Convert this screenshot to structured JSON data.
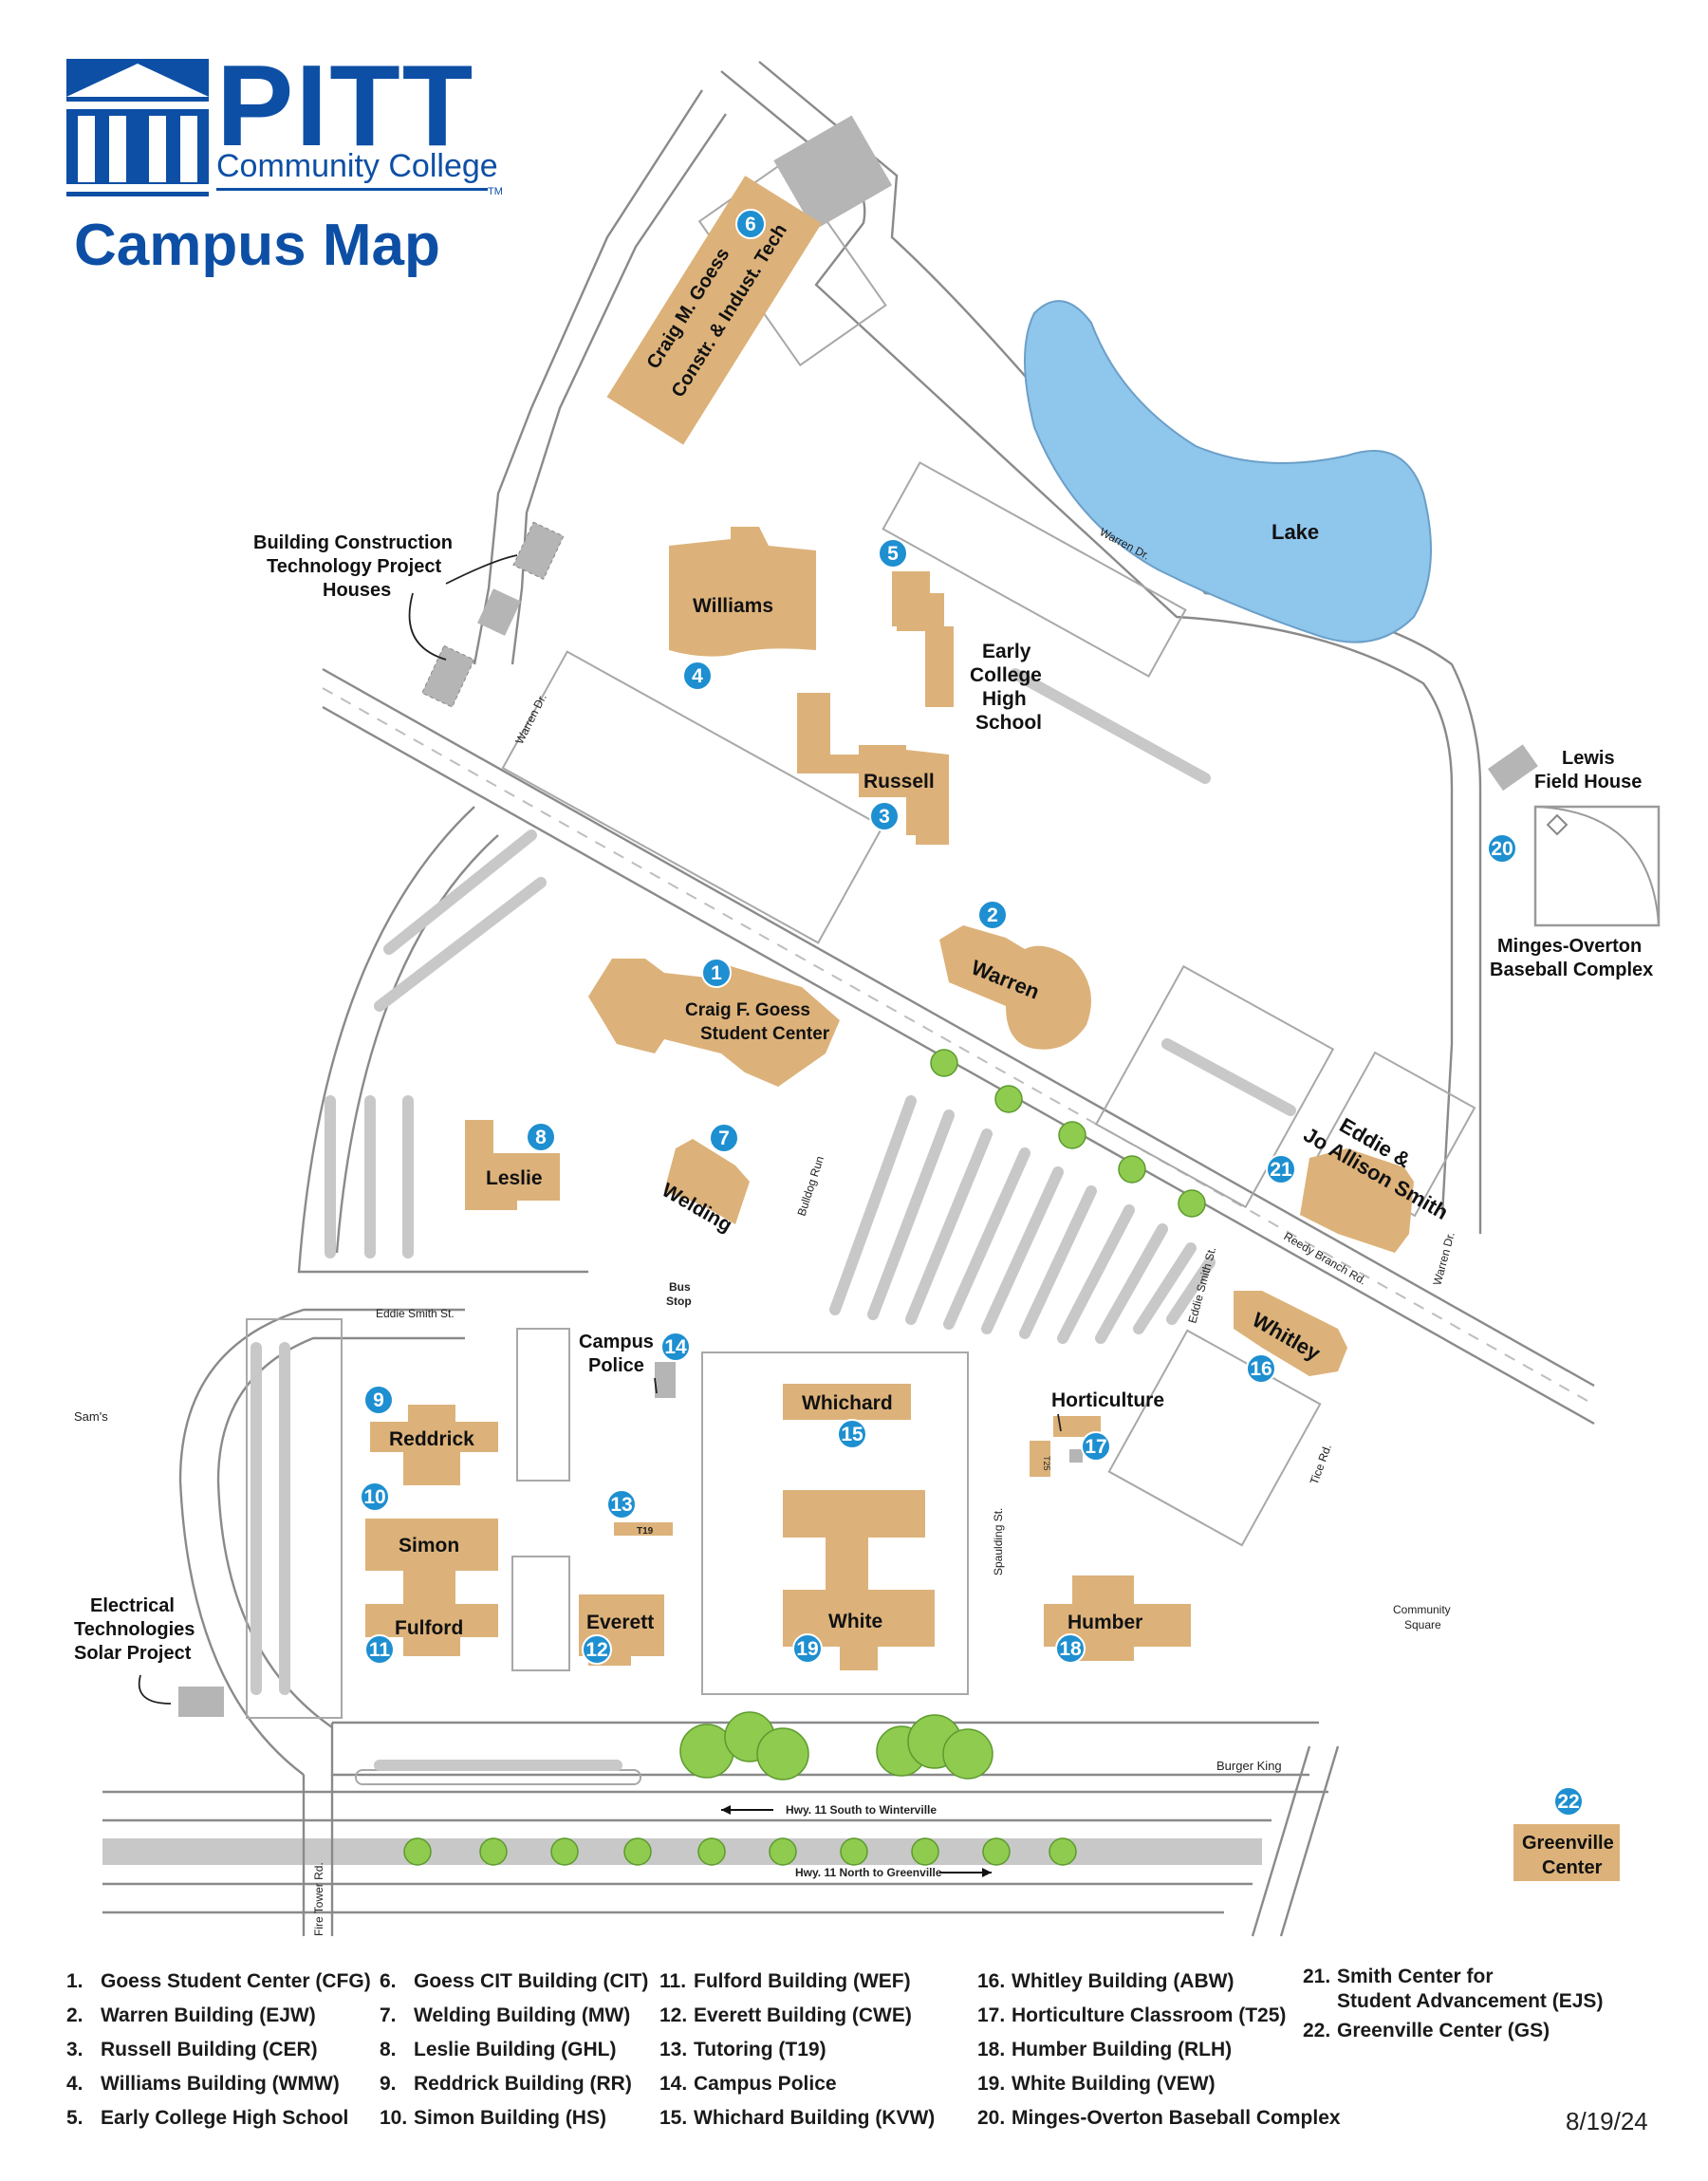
{
  "header": {
    "logo_word": "PITT",
    "logo_sub": "Community College",
    "logo_tm": "TM",
    "title": "Campus Map",
    "brand_color": "#0d4fa5"
  },
  "colors": {
    "building": "#dcb27a",
    "marker": "#1e8fd0",
    "lake": "#8fc6ec",
    "tree": "#8fcb4f",
    "gray_structure": "#b5b5b5"
  },
  "map": {
    "buildings": {
      "cit": "Craig M. Goess",
      "cit2": "Constr. & Indust. Tech",
      "williams": "Williams",
      "early1": "Early",
      "early2": "College",
      "early3": "High",
      "early4": "School",
      "russell": "Russell",
      "warren": "Warren",
      "goess1": "Craig F. Goess",
      "goess2": "Student Center",
      "leslie": "Leslie",
      "welding": "Welding",
      "smith1": "Eddie &",
      "smith2": "Jo Allison Smith",
      "whitley": "Whitley",
      "whichard": "Whichard",
      "horticulture": "Horticulture",
      "reddrick": "Reddrick",
      "simon": "Simon",
      "fulford": "Fulford",
      "everett": "Everett",
      "white": "White",
      "humber": "Humber",
      "greenville1": "Greenville",
      "greenville2": "Center",
      "t19": "T19",
      "t25": "T25"
    },
    "labels": {
      "bct1": "Building Construction",
      "bct2": "Technology Project",
      "bct3": "Houses",
      "lake": "Lake",
      "lewis1": "Lewis",
      "lewis2": "Field House",
      "minges1": "Minges-Overton",
      "minges2": "Baseball Complex",
      "police1": "Campus",
      "police2": "Police",
      "elec1": "Electrical",
      "elec2": "Technologies",
      "elec3": "Solar Project",
      "bus1": "Bus",
      "bus2": "Stop",
      "sams": "Sam's",
      "community1": "Community",
      "community2": "Square",
      "burger_king": "Burger King"
    },
    "streets": {
      "warren_dr_top": "Warren Dr.",
      "warren_dr_left": "Warren Dr.",
      "warren_dr_right": "Warren Dr.",
      "reedy_branch": "Reedy Branch Rd.",
      "eddie_smith": "Eddie Smith St.",
      "eddie_smith_v": "Eddie Smith St.",
      "bulldog_run": "Bulldog Run",
      "spaulding": "Spaulding St.",
      "tice": "Tice Rd.",
      "fire_tower": "Fire Tower Rd.",
      "hwy_south": "Hwy. 11 South to Winterville",
      "hwy_north": "Hwy. 11 North to Greenville"
    },
    "markers": [
      "1",
      "2",
      "3",
      "4",
      "5",
      "6",
      "7",
      "8",
      "9",
      "10",
      "11",
      "12",
      "13",
      "14",
      "15",
      "16",
      "17",
      "18",
      "19",
      "20",
      "21",
      "22"
    ]
  },
  "legend": {
    "col1": [
      "Goess Student Center (CFG)",
      "Warren Building (EJW)",
      "Russell Building (CER)",
      "Williams Building (WMW)",
      "Early College High School"
    ],
    "col2": [
      "Goess CIT Building (CIT)",
      "Welding Building (MW)",
      "Leslie Building (GHL)",
      "Reddrick Building (RR)",
      "Simon Building (HS)"
    ],
    "col3": [
      "Fulford Building (WEF)",
      "Everett Building (CWE)",
      "Tutoring (T19)",
      "Campus Police",
      "Whichard Building (KVW)"
    ],
    "col4": [
      "Whitley Building (ABW)",
      "Horticulture Classroom (T25)",
      "Humber Building (RLH)",
      "White Building (VEW)",
      "Minges-Overton Baseball Complex"
    ],
    "col5_a1": "Smith Center for",
    "col5_a2": "Student Advancement (EJS)",
    "col5_b": "Greenville Center (GS)",
    "nums1": [
      "1.",
      "2.",
      "3.",
      "4.",
      "5."
    ],
    "nums2": [
      "6.",
      "7.",
      "8.",
      "9.",
      "10."
    ],
    "nums3": [
      "11.",
      "12.",
      "13.",
      "14.",
      "15."
    ],
    "nums4": [
      "16.",
      "17.",
      "18.",
      "19.",
      "20."
    ],
    "nums5": [
      "21.",
      "22."
    ]
  },
  "date": "8/19/24"
}
